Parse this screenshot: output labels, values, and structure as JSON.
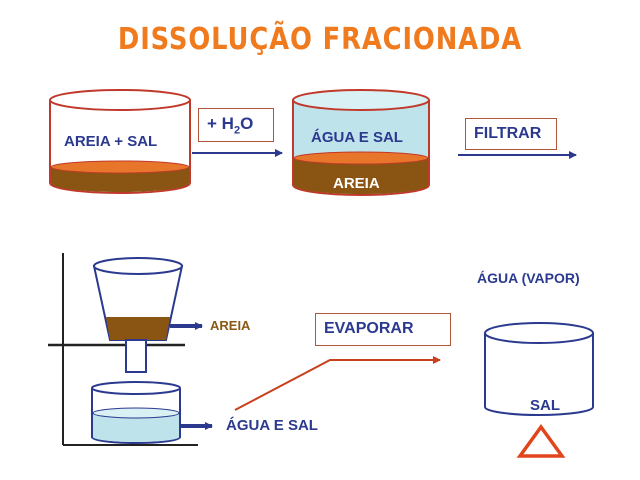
{
  "title": "DISSOLUÇÃO FRACIONADA",
  "step1": {
    "container_label": "AREIA + SAL"
  },
  "add_water": {
    "prefix": "+ H",
    "subscript": "2",
    "suffix": "O"
  },
  "step2": {
    "liquid_label": "ÁGUA E SAL",
    "sediment_label": "AREIA"
  },
  "filter_box": "FILTRAR",
  "filtration": {
    "funnel_label": "AREIA",
    "beaker_label": "ÁGUA E SAL"
  },
  "evaporate_box": "EVAPORAR",
  "final": {
    "vapor_label": "ÁGUA (VAPOR)",
    "residue_label": "SAL"
  },
  "colors": {
    "title": "#f07a1e",
    "text": "#2b3a8f",
    "sand": "#8a5512",
    "sand_top": "#e8762a",
    "water": "#bfe3ea",
    "outline": "#2b3a8f",
    "box_border": "#b0573b",
    "heat": "#e0451b",
    "red_arrow": "#c8401c"
  },
  "icons": {
    "heat": "triangle-heat-icon",
    "arrows": "arrow-right-icon"
  }
}
